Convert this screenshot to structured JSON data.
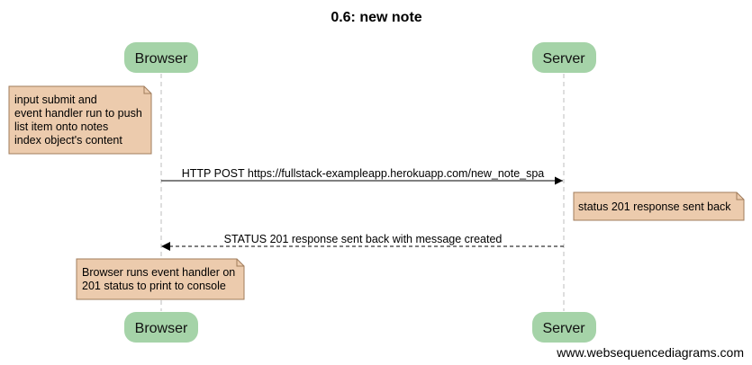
{
  "title": "0.6: new note",
  "actors": {
    "browser": "Browser",
    "server": "Server"
  },
  "notes": {
    "n1": [
      "input submit and",
      "event handler run to push",
      "list item onto notes",
      "index object's content"
    ],
    "n2": [
      "status 201 response sent back"
    ],
    "n3": [
      "Browser runs event handler on",
      "201 status to print to console"
    ]
  },
  "messages": {
    "m1": "HTTP POST https://fullstack-exampleapp.herokuapp.com/new_note_spa",
    "m2": "STATUS 201 response sent back with message created"
  },
  "watermark": "www.websequencediagrams.com",
  "colors": {
    "actor_fill": "#a5d3a8",
    "note_fill": "#eccbad",
    "note_stroke": "#a07c5c",
    "lifeline": "#bdbdbd"
  }
}
